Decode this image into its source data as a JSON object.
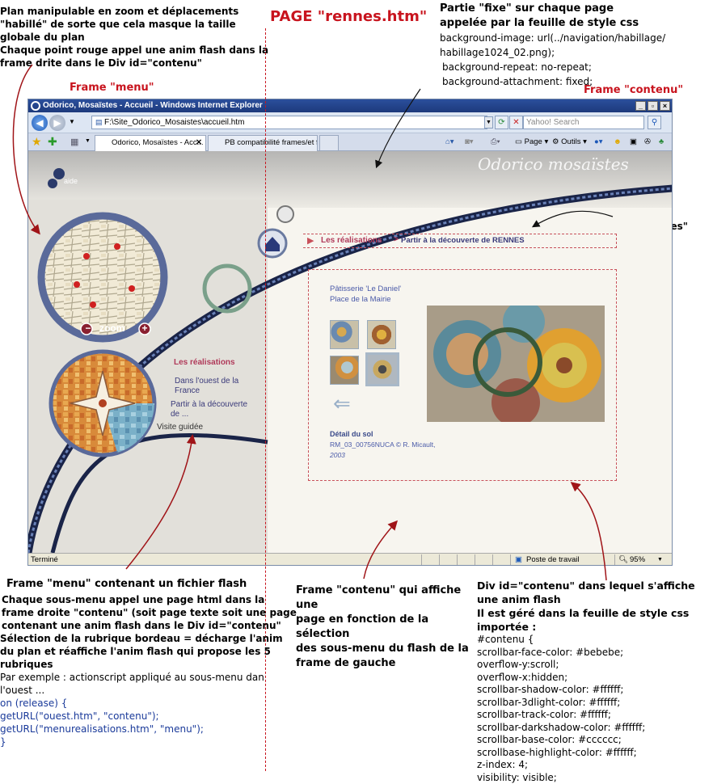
{
  "page_title": "PAGE \"rennes.htm\"",
  "annotations": {
    "top_left": [
      "Plan manipulable en zoom et déplacements",
      "\"habillé\" de sorte que cela masque la taille",
      "globale du plan",
      "Chaque point rouge appel une anim flash dans la",
      "frame drite dans le Div id=\"contenu\""
    ],
    "top_right_bold": [
      "Partie \"fixe\" sur chaque page",
      "appelée par la feuille de style css"
    ],
    "top_right_code": [
      "background-image: url(../navigation/habillage/",
      "habillage1024_02.png);",
      "background-repeat: no-repeat;",
      "background-attachment: fixed;"
    ],
    "frame_menu_label": "Frame \"menu\"",
    "frame_contenu_label": "Frame \"contenu\"",
    "div_rubriques_label": "Div id =\"rubriques\"",
    "bottom_left_title": "Frame \"menu\" contenant un fichier flash",
    "bottom_left_bold": [
      "Chaque sous-menu appel une page html dans la",
      "frame droite \"contenu\" (soit page texte soit une page",
      "contenant une anim flash dans le Div id=\"contenu\"",
      "Sélection de la rubrique bordeau = décharge l'anim",
      "du plan et réaffiche l'anim flash qui propose les 5 rubriques"
    ],
    "bottom_left_example": "Par exemple : actionscript appliqué au sous-menu dan l'ouest ...",
    "bottom_left_code": [
      "on (release) {",
      " getURL(\"ouest.htm\", \"contenu\");",
      " getURL(\"menurealisations.htm\", \"menu\");",
      "}"
    ],
    "bottom_mid": [
      "Frame \"contenu\" qui affiche une",
      "page en fonction de la sélection",
      "des sous-menu du flash de la",
      "frame de gauche"
    ],
    "bottom_right_bold": [
      "Div id=\"contenu\" dans lequel s'affiche",
      "une anim flash",
      "Il est géré dans la feuille de style css importée :"
    ],
    "bottom_right_css": [
      "#contenu {",
      " scrollbar-face-color: #bebebe;",
      " overflow-y:scroll;",
      " overflow-x:hidden;",
      " scrollbar-shadow-color: #ffffff;",
      " scrollbar-3dlight-color: #ffffff;",
      " scrollbar-track-color: #ffffff;",
      " scrollbar-darkshadow-color: #ffffff;",
      " scrollbar-base-color: #cccccc;",
      " scrollbase-highlight-color: #ffffff;",
      " z-index: 4;",
      " visibility: visible;"
    ]
  },
  "browser": {
    "title": "Odorico, Mosaïstes - Accueil - Windows Internet Explorer",
    "url": "F:\\Site_Odorico_Mosaistes\\accueil.htm",
    "search_placeholder": "Yahoo! Search",
    "tabs": [
      "Odorico, Mosaïstes - Acc...",
      "PB compatibilité frames/et fl..."
    ],
    "tools": {
      "page": "Page",
      "outils": "Outils"
    },
    "status": "Terminé",
    "zone": "Poste de travail",
    "zoom": "95%"
  },
  "site": {
    "logo": "Odorico  mosaïstes",
    "aide": "aide",
    "zoom": "zoom",
    "menu": {
      "title": "Les réalisations",
      "items": [
        "Dans l'ouest de la France",
        "Partir à la découverte de ..."
      ],
      "visite": "Visite guidée"
    },
    "breadcrumb": {
      "section": "Les réalisations",
      "sep": ">",
      "page": "Partir à la découverte de RENNES"
    },
    "place": [
      "Pâtisserie 'Le Daniel'",
      "Place de la Mairie"
    ],
    "detail_title": "Détail du sol",
    "credit": [
      "RM_03_00756NUCA © R. Micault,",
      "2003"
    ]
  },
  "colors": {
    "accent_red": "#c8141e",
    "link_blue": "#3a3a7a",
    "dashed_border": "#c8505a"
  }
}
